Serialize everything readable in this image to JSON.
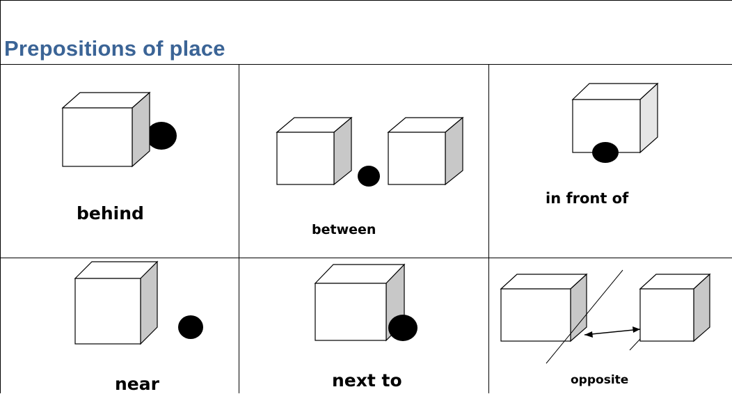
{
  "document": {
    "heading": "Prepositions of place"
  },
  "cells": [
    {
      "id": "behind",
      "label": "behind",
      "icon": "box-behind-ball-illustration"
    },
    {
      "id": "between",
      "label": "between",
      "icon": "ball-between-boxes-illustration"
    },
    {
      "id": "in-front-of",
      "label": "in front of",
      "icon": "ball-in-front-of-box-illustration"
    },
    {
      "id": "near",
      "label": "near",
      "icon": "ball-near-box-illustration"
    },
    {
      "id": "next-to",
      "label": "next to",
      "icon": "ball-next-to-box-illustration"
    },
    {
      "id": "opposite",
      "label": "opposite",
      "icon": "boxes-opposite-illustration"
    }
  ],
  "colors": {
    "heading": "#3b6496",
    "cube_front": "#ffffff",
    "cube_side": "#c8c8c8",
    "cube_top": "#ffffff",
    "ball": "#000000"
  }
}
